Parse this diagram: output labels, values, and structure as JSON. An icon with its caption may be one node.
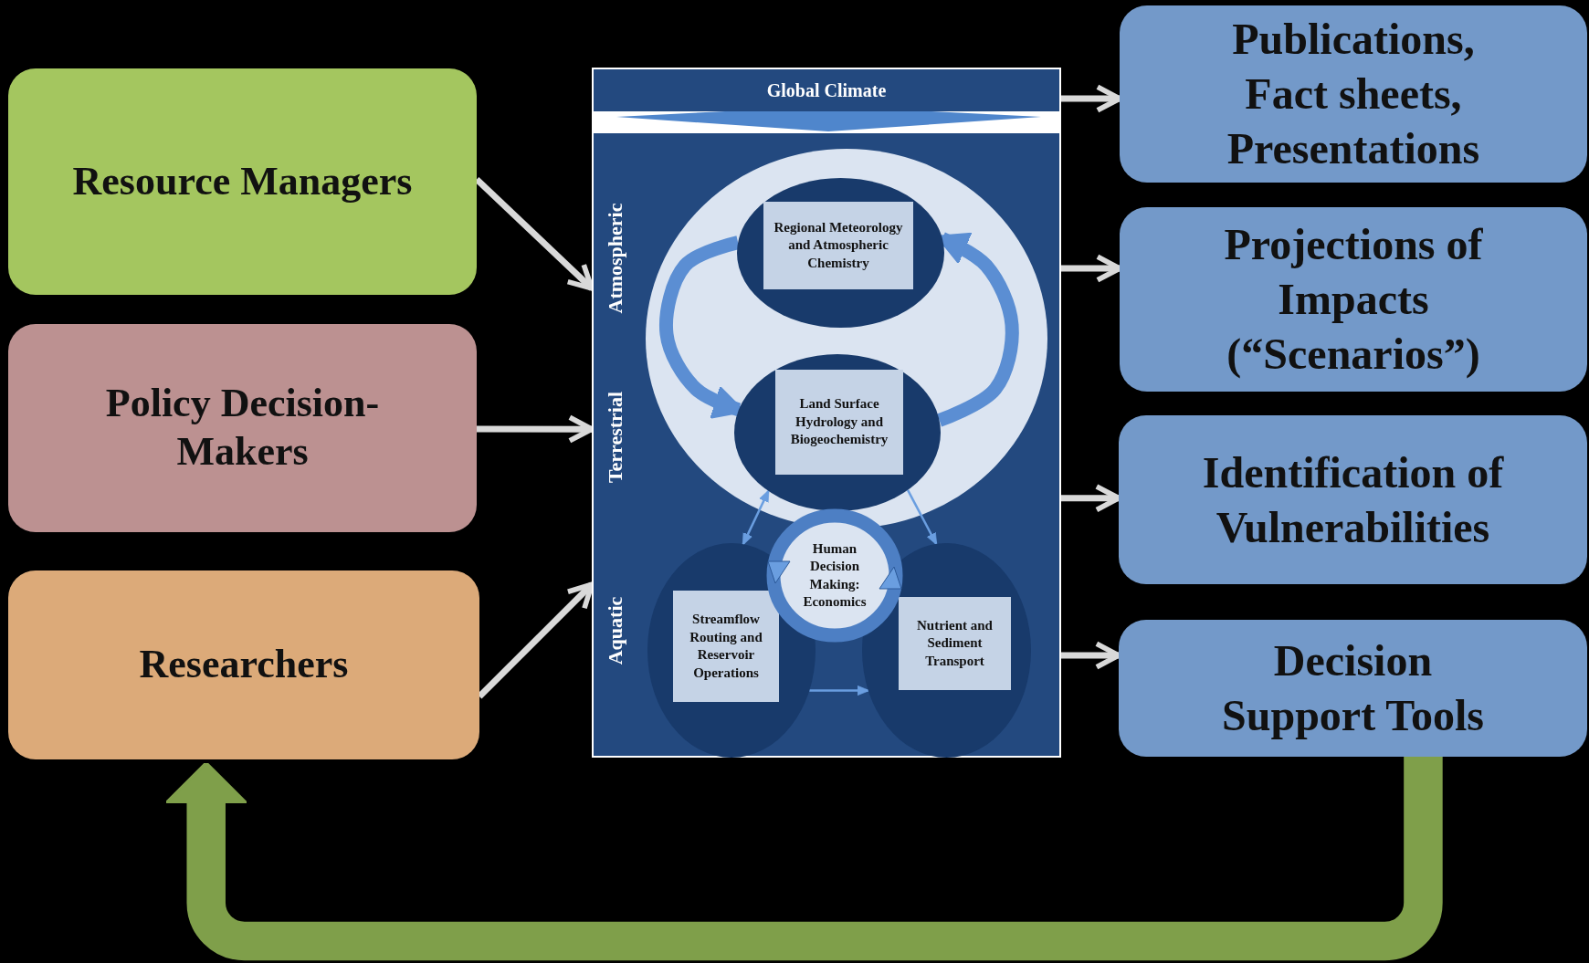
{
  "diagram": {
    "nodes": [
      {
        "text": [
          "Resource Managers"
        ]
      },
      {
        "text": [
          "Policy Decision-Makers"
        ]
      },
      {
        "text": [
          "Researchers"
        ]
      },
      {
        "text": [],
        "shape": "box"
      },
      {
        "text": [
          "Global Climate"
        ],
        "in": 3
      },
      {
        "text": [
          "Regional Meteorology and Atmospheric Chemistry"
        ],
        "in": 3
      },
      {
        "text": [
          "Land Surface Hydrology and Biogeochemistry"
        ],
        "in": 3
      },
      {
        "text": [
          "Human Decision Making: Economics"
        ],
        "in": 3
      },
      {
        "text": [
          "Streamflow Routing and Reservoir Operations"
        ],
        "in": 3
      },
      {
        "text": [
          "Nutrient and Sediment Transport"
        ],
        "in": 3
      },
      {
        "text": [
          "Publications, Fact sheets, Presentations"
        ]
      },
      {
        "text": [
          "Projections of Impacts (“Scenarios”)"
        ]
      },
      {
        "text": [
          "Identification of Vulnerabilities"
        ]
      },
      {
        "text": [
          "Decision Support Tools"
        ]
      }
    ],
    "edges": [
      {
        "from": 0,
        "to": 3,
        "arrow": "to"
      },
      {
        "from": 1,
        "to": 3,
        "arrow": "to"
      },
      {
        "from": 2,
        "to": 3,
        "arrow": "to"
      },
      {
        "from": 3,
        "to": 10,
        "arrow": "to"
      },
      {
        "from": 3,
        "to": 11,
        "arrow": "to"
      },
      {
        "from": 3,
        "to": 12,
        "arrow": "to"
      },
      {
        "from": 3,
        "to": 13,
        "arrow": "to"
      },
      {
        "from": 5,
        "to": 6,
        "arrow": "to",
        "style": "thick",
        "color": "#5b8ed3"
      },
      {
        "from": 6,
        "to": 5,
        "arrow": "to",
        "style": "thick",
        "color": "#5b8ed3"
      },
      {
        "from": 6,
        "to": 8,
        "arrow": "both",
        "color": "#6a9ee0"
      },
      {
        "from": 6,
        "to": 9,
        "arrow": "to",
        "color": "#6a9ee0"
      },
      {
        "from": 8,
        "to": 9,
        "arrow": "to",
        "color": "#6a9ee0"
      },
      {
        "from": 13,
        "to": 2,
        "arrow": "to",
        "style": "thick",
        "color": "#7f9f4a"
      }
    ],
    "labels": [
      "Atmospheric",
      "Terrestrial",
      "Aquatic"
    ]
  }
}
